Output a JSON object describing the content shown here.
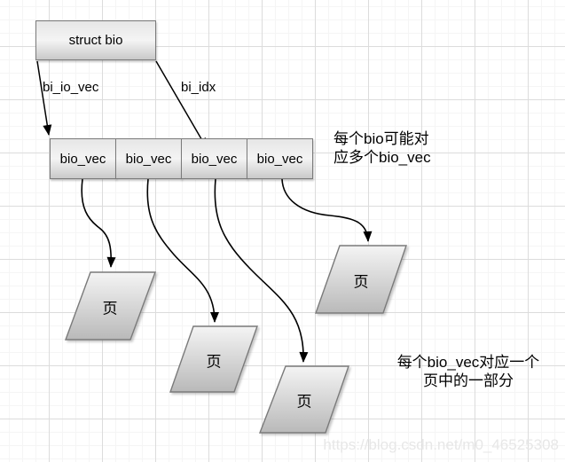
{
  "diagram": {
    "title_box": "struct bio",
    "field_labels": {
      "left": "bi_io_vec",
      "right": "bi_idx"
    },
    "vec_boxes": [
      "bio_vec",
      "bio_vec",
      "bio_vec",
      "bio_vec"
    ],
    "pages": [
      "页",
      "页",
      "页",
      "页"
    ],
    "annotation_bio": {
      "line1": "每个bio可能对",
      "line2": "应多个bio_vec"
    },
    "annotation_vec": {
      "line1": "每个bio_vec对应一个",
      "line2": "页中的一部分"
    },
    "watermark": "https://blog.csdn.net/m0_46525308",
    "colors": {
      "shape_border": "#7a7a7a",
      "shape_fill_top": "#f4f4f4",
      "shape_fill_bottom": "#c9c9c9",
      "connector": "#000000",
      "grid_major": "#dcdcdc",
      "grid_minor": "#f5f5f5",
      "watermark_gray": "#e7e7e7"
    }
  }
}
